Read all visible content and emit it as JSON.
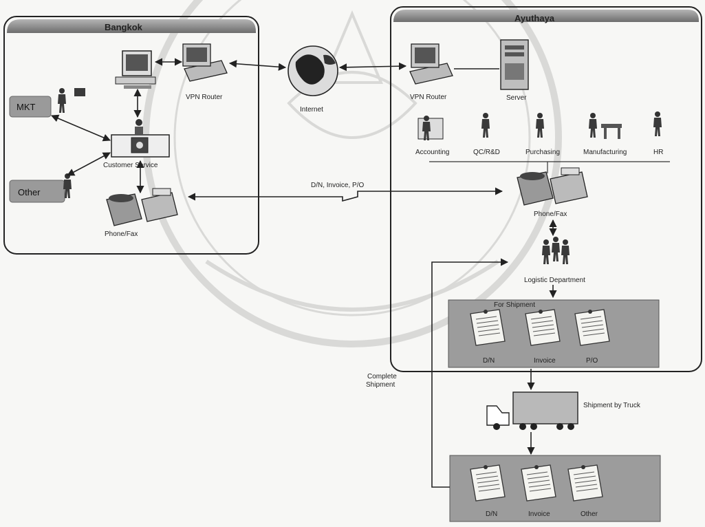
{
  "regions": {
    "bangkok": "Bangkok",
    "ayuthaya": "Ayuthaya"
  },
  "bangkok": {
    "tags": {
      "mkt": "MKT",
      "other": "Other"
    },
    "vpn_router": "VPN Router",
    "customer_service": "Customer Service",
    "phone_fax": "Phone/Fax"
  },
  "internet": "Internet",
  "link_label": "D/N, Invoice, P/O",
  "ayuthaya": {
    "vpn_router": "VPN Router",
    "server": "Server",
    "departments": [
      "Accounting",
      "QC/R&D",
      "Purchasing",
      "Manufacturing",
      "HR"
    ],
    "phone_fax": "Phone/Fax",
    "logistic": "Logistic Department",
    "for_shipment": "For Shipment",
    "docs": [
      "D/N",
      "Invoice",
      "P/O"
    ]
  },
  "complete_shipment": [
    "Complete",
    "Shipment"
  ],
  "shipment_by_truck": "Shipment by Truck",
  "final_docs": [
    "D/N",
    "Invoice",
    "Other"
  ],
  "colors": {
    "region_header": "#8a8a8a",
    "tag_box": "#9a9a9a",
    "doc_panel": "#9c9c9c"
  }
}
